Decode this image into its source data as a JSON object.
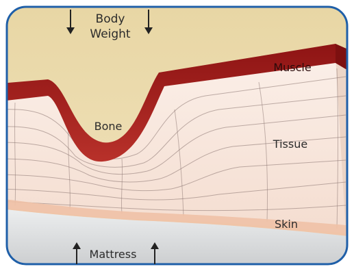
{
  "labels": {
    "body_weight_line1": "Body",
    "body_weight_line2": "Weight",
    "muscle": "Muscle",
    "bone": "Bone",
    "tissue": "Tissue",
    "skin": "Skin",
    "mattress": "Mattress"
  },
  "arrows": {
    "down": "down-arrow-icon",
    "up": "up-arrow-icon"
  },
  "colors": {
    "frame_border": "#1f5fa8",
    "body_weight_bg": "#ead9a8",
    "muscle": "#a9201f",
    "tissue": "#f8e7dd",
    "tissue_lines": "#8a7470",
    "skin": "#f0c7ad",
    "mattress": "#d4d6d8"
  }
}
